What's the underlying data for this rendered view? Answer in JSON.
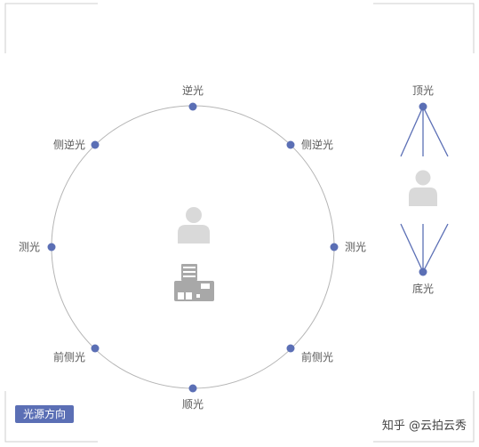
{
  "labels": {
    "top": "逆光",
    "top_left": "侧逆光",
    "top_right": "侧逆光",
    "left": "测光",
    "right": "测光",
    "bottom_left": "前侧光",
    "bottom_right": "前侧光",
    "bottom": "顺光",
    "side_top": "顶光",
    "side_bottom": "底光"
  },
  "legend": "光源方向",
  "watermark": "知乎 @云拍云秀",
  "colors": {
    "accent": "#5b6fb5",
    "circle": "#b5b5b5",
    "figure": "#d9d9d9",
    "camera": "#a8a8a8"
  },
  "icons": {
    "person": "person-icon",
    "camera": "camera-icon"
  }
}
